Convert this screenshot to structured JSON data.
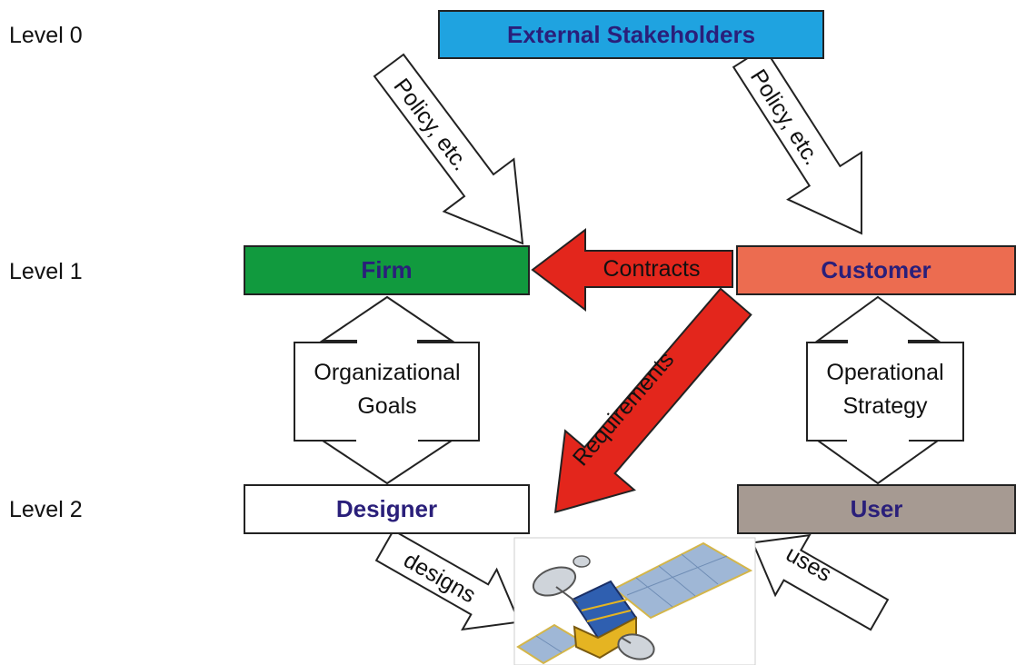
{
  "levels": {
    "l0": "Level 0",
    "l1": "Level 1",
    "l2": "Level 2"
  },
  "nodes": {
    "external": "External Stakeholders",
    "firm": "Firm",
    "customer": "Customer",
    "designer": "Designer",
    "user": "User"
  },
  "edges": {
    "policy_left": "Policy, etc.",
    "policy_right": "Policy, etc.",
    "contracts": "Contracts",
    "requirements": "Requirements",
    "org_goals_1": "Organizational",
    "org_goals_2": "Goals",
    "op_strategy_1": "Operational",
    "op_strategy_2": "Strategy",
    "designs": "designs",
    "uses": "uses"
  },
  "colors": {
    "external": "#1fa3e0",
    "firm": "#119a3e",
    "customer": "#ec6c50",
    "designer": "#ffffff",
    "user": "#a69a92",
    "red_arrow": "#e3261c",
    "label_text": "#2a1f7a"
  },
  "icons": {
    "satellite": "satellite-icon"
  }
}
